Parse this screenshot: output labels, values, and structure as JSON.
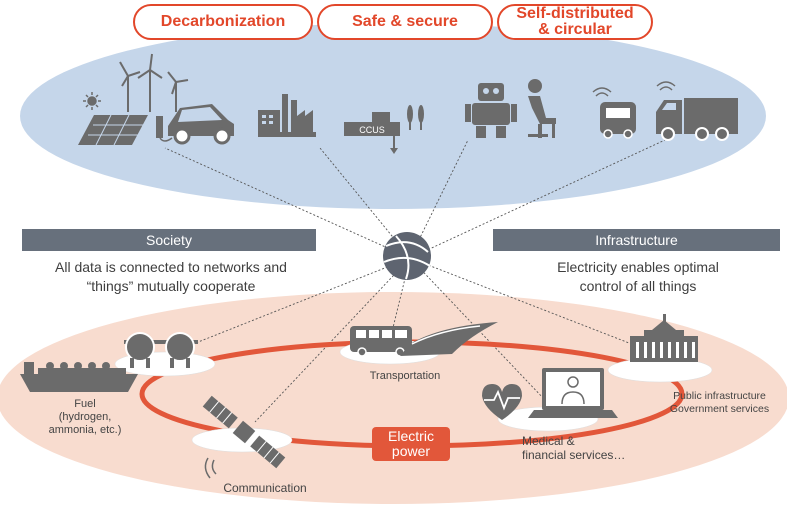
{
  "goals": [
    "Decarbonization",
    "Safe & secure",
    "Self-distributed\n& circular"
  ],
  "society": {
    "header": "Society",
    "description": "All data is connected to networks and\n“things” mutually cooperate"
  },
  "infrastructure": {
    "header": "Infrastructure",
    "description": "Electricity enables optimal\ncontrol of all things"
  },
  "ccus_label": "CCUS",
  "ring": {
    "center_label": "Electric\npower",
    "nodes": {
      "fuel": "Fuel\n(hydrogen,\nammonia, etc.)",
      "transportation": "Transportation",
      "public": "Public infrastructure\nGovernment services",
      "medical": "Medical &\nfinancial services…",
      "communication": "Communication"
    }
  },
  "colors": {
    "accent_red": "#e2472a",
    "upper_ellipse": "#c5d6ea",
    "lower_ellipse": "#f8dccf",
    "ring": "#e2573a",
    "header_bar": "#67707c",
    "icon_gray": "#6b6b6b"
  },
  "icons": [
    "sun-icon",
    "solar-panel-icon",
    "wind-turbine-icon",
    "electric-car-icon",
    "factory-icon",
    "ccus-plant-icon",
    "robot-icon",
    "seated-worker-icon",
    "delivery-robot-icon",
    "truck-icon",
    "network-globe-icon",
    "tanker-ship-icon",
    "gas-tanks-icon",
    "bus-icon",
    "bullet-train-icon",
    "government-building-icon",
    "satellite-icon",
    "laptop-doctor-icon",
    "heart-pulse-icon"
  ]
}
